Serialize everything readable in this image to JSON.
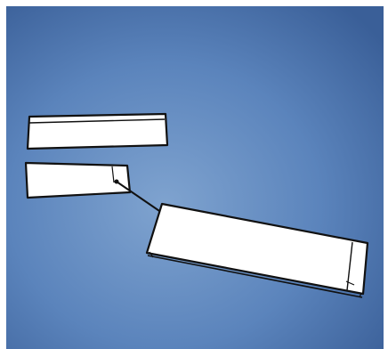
{
  "illustration": {
    "background_colors": {
      "light": "#7fa3cf",
      "mid": "#5b84bc",
      "dark": "#3a5f98"
    },
    "paper_color": "#ffffff",
    "line_color": "#111111",
    "pieces": [
      {
        "name": "top-paper-strip"
      },
      {
        "name": "middle-paper-strip"
      },
      {
        "name": "folded-paper-strip"
      }
    ],
    "arrow": {
      "direction": "down-right"
    }
  }
}
